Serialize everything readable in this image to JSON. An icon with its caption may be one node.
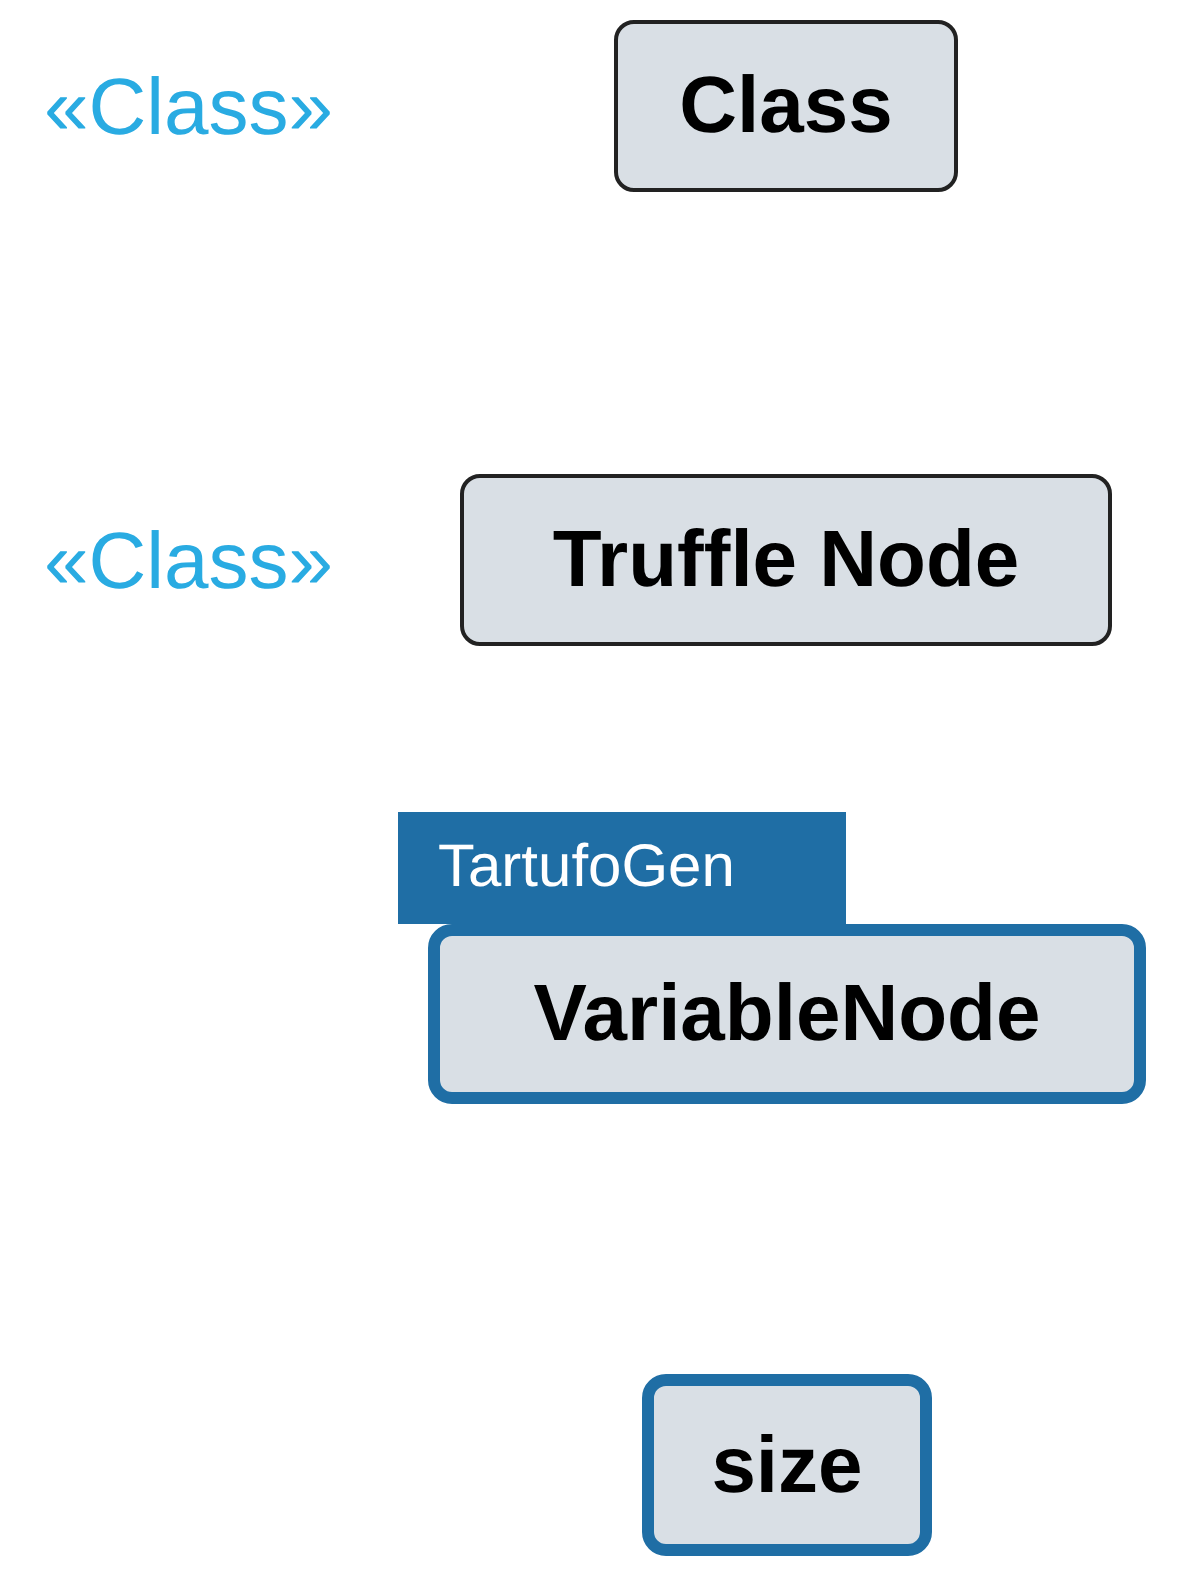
{
  "diagram": {
    "nodes": [
      {
        "text": [
          "Class"
        ],
        "beside": [
          "«Class»"
        ]
      },
      {
        "text": [
          "Truffle Node"
        ],
        "beside": [
          "«Class»"
        ]
      },
      {
        "text": [
          "TartufoGen",
          "VariableNode"
        ]
      },
      {
        "text": [
          "size"
        ]
      }
    ]
  }
}
